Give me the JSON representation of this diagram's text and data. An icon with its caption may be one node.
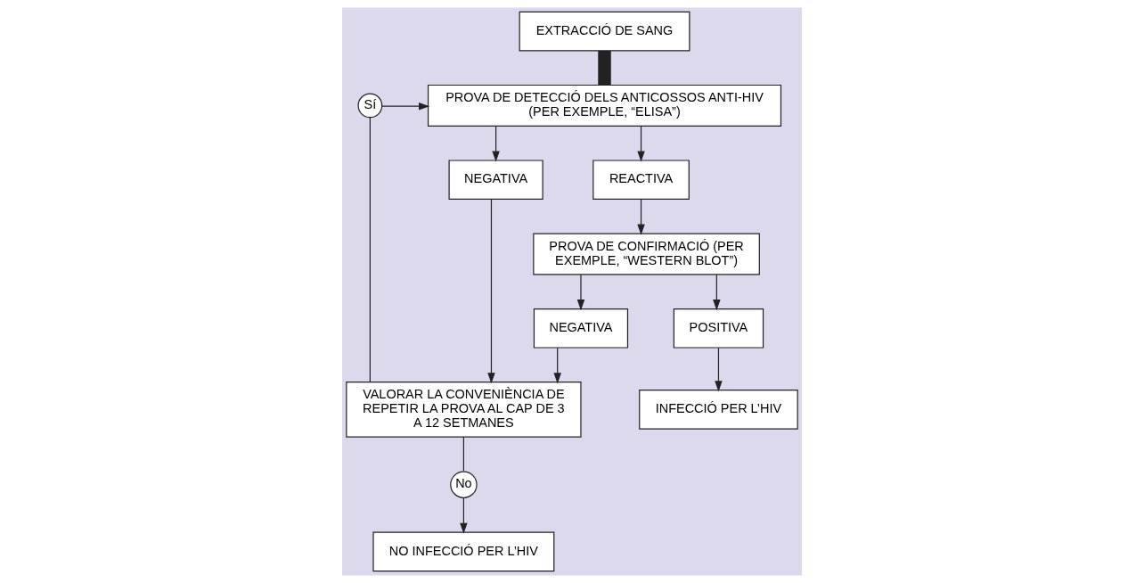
{
  "diagram": {
    "nodes": [
      {
        "text": [
          "EXTRACCIÓ DE SANG"
        ]
      },
      {
        "text": [
          "PROVA DE DETECCIÓ DELS ANTICOSSOS ANTI-HIV (PER EXEMPLE, “ELISA”)"
        ]
      },
      {
        "text": [
          "REACTIVA"
        ]
      },
      {
        "text": [
          "NEGATIVA"
        ]
      },
      {
        "text": [
          "PROVA DE CONFIRMACIÓ (PER EXEMPLE, “WESTERN BLOT”)"
        ]
      },
      {
        "text": [
          "VALORAR LA CONVENIÈNCIA DE REPETIR LA PROVA AL CAP DE 3 A 12 SETMANES"
        ]
      },
      {
        "text": [
          "POSITIVA"
        ]
      },
      {
        "text": [
          "NEGATIVA"
        ]
      },
      {
        "text": [
          "INFECCIÓ PER L’HIV"
        ]
      },
      {
        "text": [
          "NO INFECCIÓ PER L’HIV"
        ]
      },
      {
        "text": [
          "Sí"
        ]
      },
      {
        "text": [
          "No"
        ]
      }
    ],
    "edges": [
      {
        "from": 0,
        "to": 1,
        "arrow": "none",
        "style": "thick"
      },
      {
        "from": 1,
        "to": 2,
        "arrow": "to"
      },
      {
        "from": 1,
        "to": 3,
        "arrow": "to"
      },
      {
        "from": 2,
        "to": 4,
        "arrow": "to"
      },
      {
        "from": 3,
        "to": 5,
        "arrow": "to"
      },
      {
        "from": 4,
        "to": 6,
        "arrow": "to"
      },
      {
        "from": 4,
        "to": 7,
        "arrow": "to"
      },
      {
        "from": 6,
        "to": 8,
        "arrow": "to"
      },
      {
        "from": 7,
        "to": 5,
        "arrow": "to"
      },
      {
        "from": 5,
        "to": 10,
        "arrow": "none"
      },
      {
        "from": 10,
        "to": 1,
        "arrow": "to"
      },
      {
        "from": 5,
        "to": 11,
        "arrow": "none"
      },
      {
        "from": 11,
        "to": 9,
        "arrow": "to"
      }
    ]
  }
}
